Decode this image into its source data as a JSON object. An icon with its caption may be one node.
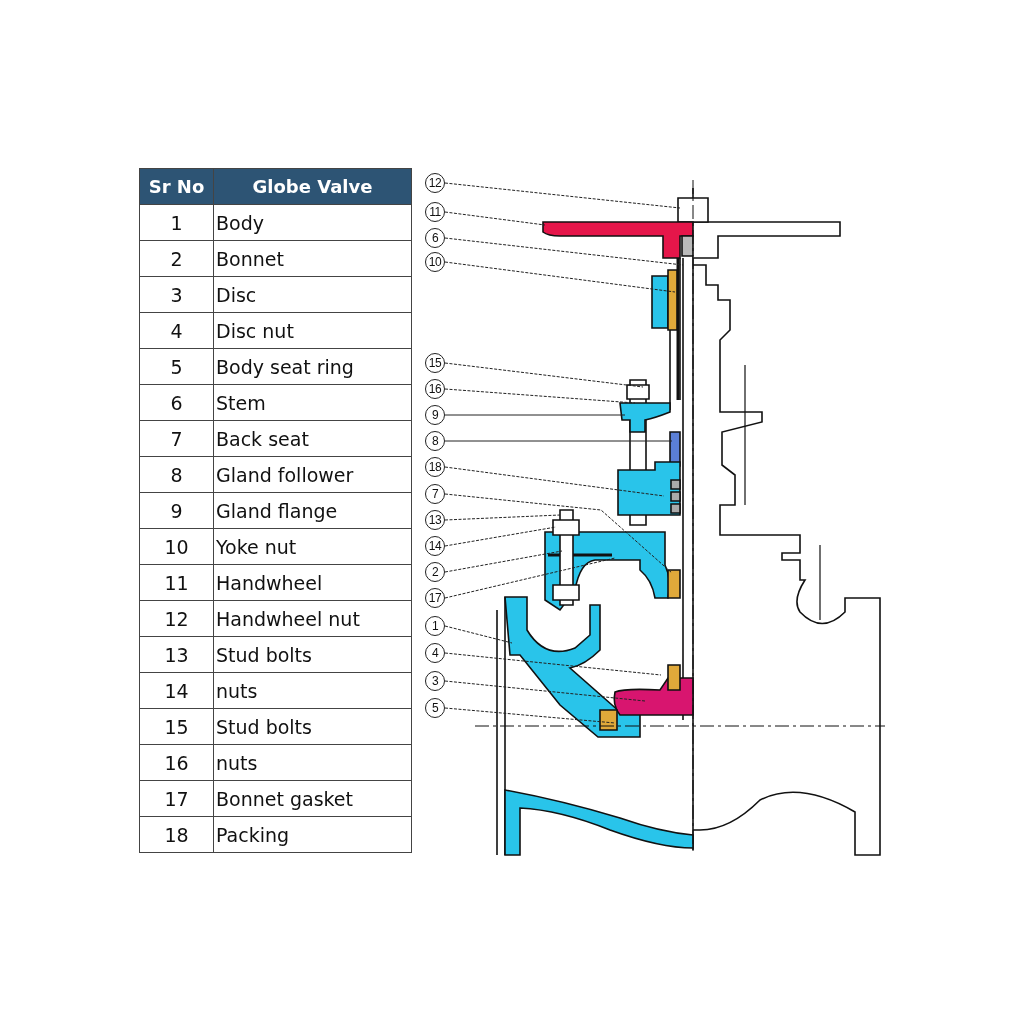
{
  "diagram": {
    "nodes": [
      {
        "text": [
          "12"
        ]
      },
      {
        "text": [
          "11"
        ]
      },
      {
        "text": [
          "6"
        ]
      },
      {
        "text": [
          "10"
        ]
      },
      {
        "text": [
          "15"
        ]
      },
      {
        "text": [
          "16"
        ]
      },
      {
        "text": [
          "9"
        ]
      },
      {
        "text": [
          "8"
        ]
      },
      {
        "text": [
          "18"
        ]
      },
      {
        "text": [
          "7"
        ]
      },
      {
        "text": [
          "13"
        ]
      },
      {
        "text": [
          "14"
        ]
      },
      {
        "text": [
          "2"
        ]
      },
      {
        "text": [
          "17"
        ]
      },
      {
        "text": [
          "1"
        ]
      },
      {
        "text": [
          "4"
        ]
      },
      {
        "text": [
          "3"
        ]
      },
      {
        "text": [
          "5"
        ]
      }
    ],
    "edges": [
      {
        "from": 0,
        "to": null,
        "arrow": "none",
        "style": "dashed"
      },
      {
        "from": 1,
        "to": null,
        "arrow": "none",
        "style": "dashed"
      },
      {
        "from": 2,
        "to": null,
        "arrow": "none",
        "style": "dashed"
      },
      {
        "from": 3,
        "to": null,
        "arrow": "none",
        "style": "dashed"
      },
      {
        "from": 4,
        "to": null,
        "arrow": "none",
        "style": "dashed"
      },
      {
        "from": 5,
        "to": null,
        "arrow": "none",
        "style": "dashed"
      },
      {
        "from": 6,
        "to": null,
        "arrow": "none"
      },
      {
        "from": 7,
        "to": null,
        "arrow": "none"
      },
      {
        "from": 8,
        "to": null,
        "arrow": "none",
        "style": "dashed"
      },
      {
        "from": 9,
        "to": null,
        "arrow": "none",
        "style": "dashed"
      },
      {
        "from": 10,
        "to": null,
        "arrow": "none",
        "style": "dashed"
      },
      {
        "from": 11,
        "to": null,
        "arrow": "none",
        "style": "dashed"
      },
      {
        "from": 12,
        "to": null,
        "arrow": "none",
        "style": "dashed"
      },
      {
        "from": 13,
        "to": null,
        "arrow": "none",
        "style": "dashed"
      },
      {
        "from": 14,
        "to": null,
        "arrow": "none",
        "style": "dashed"
      },
      {
        "from": 15,
        "to": null,
        "arrow": "none",
        "style": "dashed"
      },
      {
        "from": 16,
        "to": null,
        "arrow": "none",
        "style": "dashed"
      },
      {
        "from": 17,
        "to": null,
        "arrow": "none",
        "style": "dashed"
      }
    ],
    "labels": [
      "Sr No",
      "Globe Valve",
      "1",
      "Body",
      "2",
      "Bonnet",
      "3",
      "Disc",
      "4",
      "Disc nut",
      "5",
      "Body seat ring",
      "6",
      "Stem",
      "7",
      "Back seat",
      "8",
      "Gland follower",
      "9",
      "Gland flange",
      "10",
      "Yoke nut",
      "11",
      "Handwheel",
      "12",
      "Handwheel nut",
      "13",
      "Stud bolts",
      "14",
      "nuts",
      "15",
      "Stud bolts",
      "16",
      "nuts",
      "17",
      "Bonnet gasket",
      "18",
      "Packing"
    ]
  }
}
